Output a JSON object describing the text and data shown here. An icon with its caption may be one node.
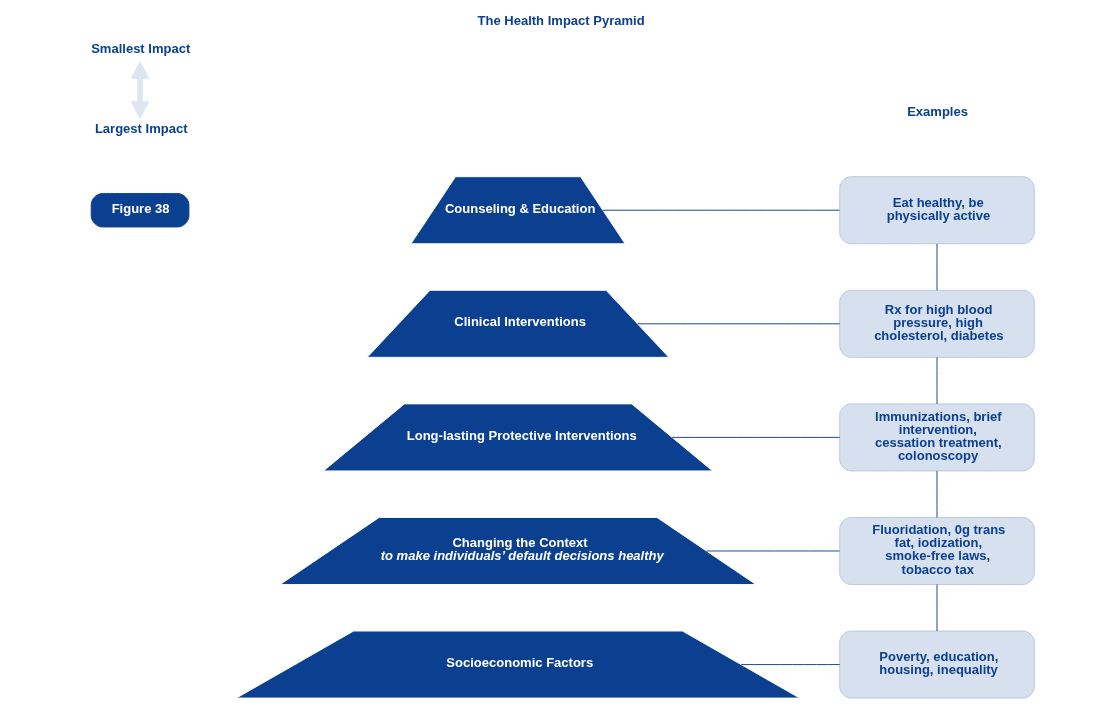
{
  "diagram": {
    "title": "The Health Impact Pyramid",
    "nodes": [
      {
        "text": [
          "Figure 38"
        ]
      },
      {
        "text": [
          "Smallest Impact"
        ]
      },
      {
        "text": [
          "Largest Impact"
        ]
      },
      {
        "text": [
          "Counseling & Education"
        ]
      },
      {
        "text": [
          "Clinical Interventions"
        ]
      },
      {
        "text": [
          "Long-lasting Protective Interventions"
        ]
      },
      {
        "text": [
          "Changing the Context",
          "to make individuals’ default decisions healthy"
        ]
      },
      {
        "text": [
          "Socioeconomic Factors"
        ]
      },
      {
        "text": [
          "Eat healthy, be physically active"
        ]
      },
      {
        "text": [
          "Rx for high blood pressure, high cholesterol, diabetes"
        ]
      },
      {
        "text": [
          "Immunizations, brief intervention, cessation treatment, colonoscopy"
        ]
      },
      {
        "text": [
          "Fluoridation, 0g trans fat, iodization, smoke-free laws, tobacco tax"
        ]
      },
      {
        "text": [
          "Poverty, education, housing, inequality"
        ]
      }
    ],
    "edges": [
      {
        "from": 1,
        "to": 2,
        "arrow": "both",
        "style": "thick",
        "color": "#dde5f0"
      },
      {
        "from": 3,
        "to": 8,
        "arrow": "none"
      },
      {
        "from": 4,
        "to": 9,
        "arrow": "none"
      },
      {
        "from": 5,
        "to": 10,
        "arrow": "none"
      },
      {
        "from": 6,
        "to": 11,
        "arrow": "none"
      },
      {
        "from": 7,
        "to": 12,
        "arrow": "none"
      },
      {
        "from": 8,
        "to": 9,
        "arrow": "none"
      },
      {
        "from": 9,
        "to": 10,
        "arrow": "none"
      },
      {
        "from": 10,
        "to": 11,
        "arrow": "none"
      },
      {
        "from": 11,
        "to": 12,
        "arrow": "none"
      }
    ],
    "labels": [
      "Examples"
    ]
  }
}
